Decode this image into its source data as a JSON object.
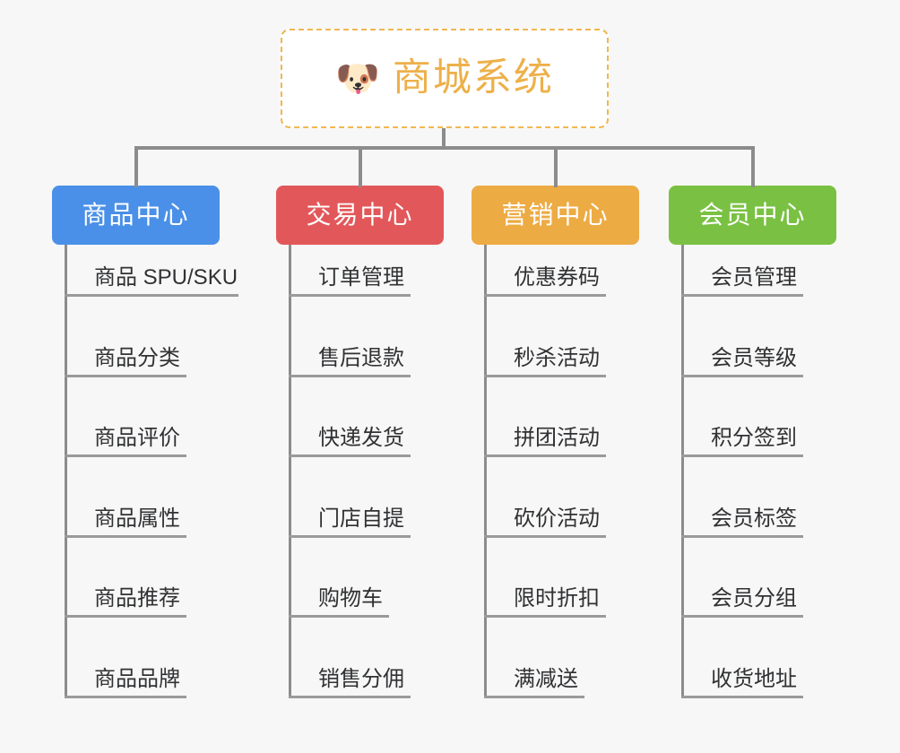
{
  "page": {
    "background_color": "#f7f7f7",
    "type": "mindmap"
  },
  "root": {
    "icon": "shiba-dog-face-icon",
    "emoji": "🐶",
    "title": "商城系统",
    "text_color": "#edb04a",
    "border_color": "#f0b751",
    "background_color": "#ffffff"
  },
  "branches": [
    {
      "id": "product-center",
      "label": "商品中心",
      "color": "#4a90e8",
      "items": [
        "商品 SPU/SKU",
        "商品分类",
        "商品评价",
        "商品属性",
        "商品推荐",
        "商品品牌"
      ]
    },
    {
      "id": "trade-center",
      "label": "交易中心",
      "color": "#e2585a",
      "items": [
        "订单管理",
        "售后退款",
        "快递发货",
        "门店自提",
        "购物车",
        "销售分佣"
      ]
    },
    {
      "id": "marketing-center",
      "label": "营销中心",
      "color": "#edab44",
      "items": [
        "优惠券码",
        "秒杀活动",
        "拼团活动",
        "砍价活动",
        "限时折扣",
        "满减送"
      ]
    },
    {
      "id": "member-center",
      "label": "会员中心",
      "color": "#7ac143",
      "items": [
        "会员管理",
        "会员等级",
        "积分签到",
        "会员标签",
        "会员分组",
        "收货地址"
      ]
    }
  ],
  "connector": {
    "color": "#8c8c8c",
    "leaf_rule_color": "#9a9a9a"
  }
}
